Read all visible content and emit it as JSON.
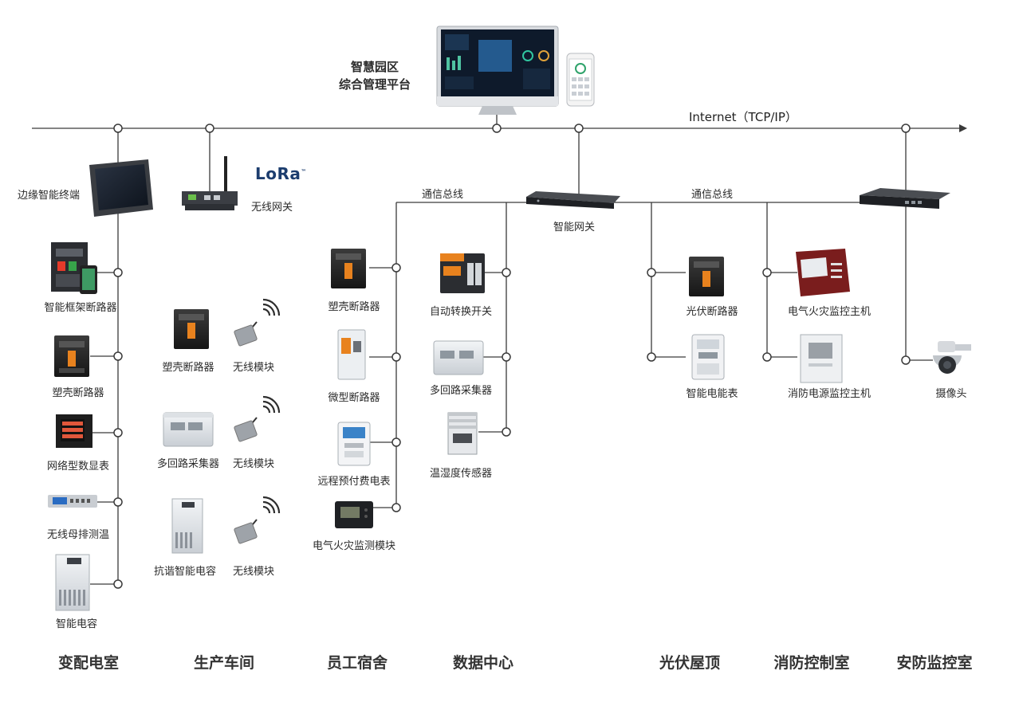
{
  "platform": {
    "line1": "智慧园区",
    "line2": "综合管理平台"
  },
  "network": {
    "internet_label": "Internet（TCP/IP）",
    "bus_label_left": "通信总线",
    "bus_label_right": "通信总线"
  },
  "brand": {
    "lora": "LoRa",
    "lora_tm": "™"
  },
  "devices": {
    "edge_terminal": "边缘智能终端",
    "wireless_gateway": "无线网关",
    "smart_gateway": "智能网关",
    "substation": [
      "智能框架断路器",
      "塑壳断路器",
      "网络型数显表",
      "无线母排测温",
      "智能电容"
    ],
    "workshop": [
      {
        "device": "塑壳断路器",
        "module": "无线模块"
      },
      {
        "device": "多回路采集器",
        "module": "无线模块"
      },
      {
        "device": "抗谐智能电容",
        "module": "无线模块"
      }
    ],
    "dormitory": [
      "塑壳断路器",
      "微型断路器",
      "远程预付费电表",
      "电气火灾监测模块"
    ],
    "datacenter": [
      "自动转换开关",
      "多回路采集器",
      "温湿度传感器"
    ],
    "pv_roof": [
      "光伏断路器",
      "智能电能表"
    ],
    "fire_control": [
      "电气火灾监控主机",
      "消防电源监控主机"
    ],
    "security": [
      "摄像头"
    ]
  },
  "zones": [
    "变配电室",
    "生产车间",
    "员工宿舍",
    "数据中心",
    "光伏屋顶",
    "消防控制室",
    "安防监控室"
  ],
  "colors": {
    "line": "#3a3a3a",
    "breaker_orange": "#e8821e",
    "screen_dark": "#1a2230",
    "device_grey": "#cfd3d8"
  }
}
